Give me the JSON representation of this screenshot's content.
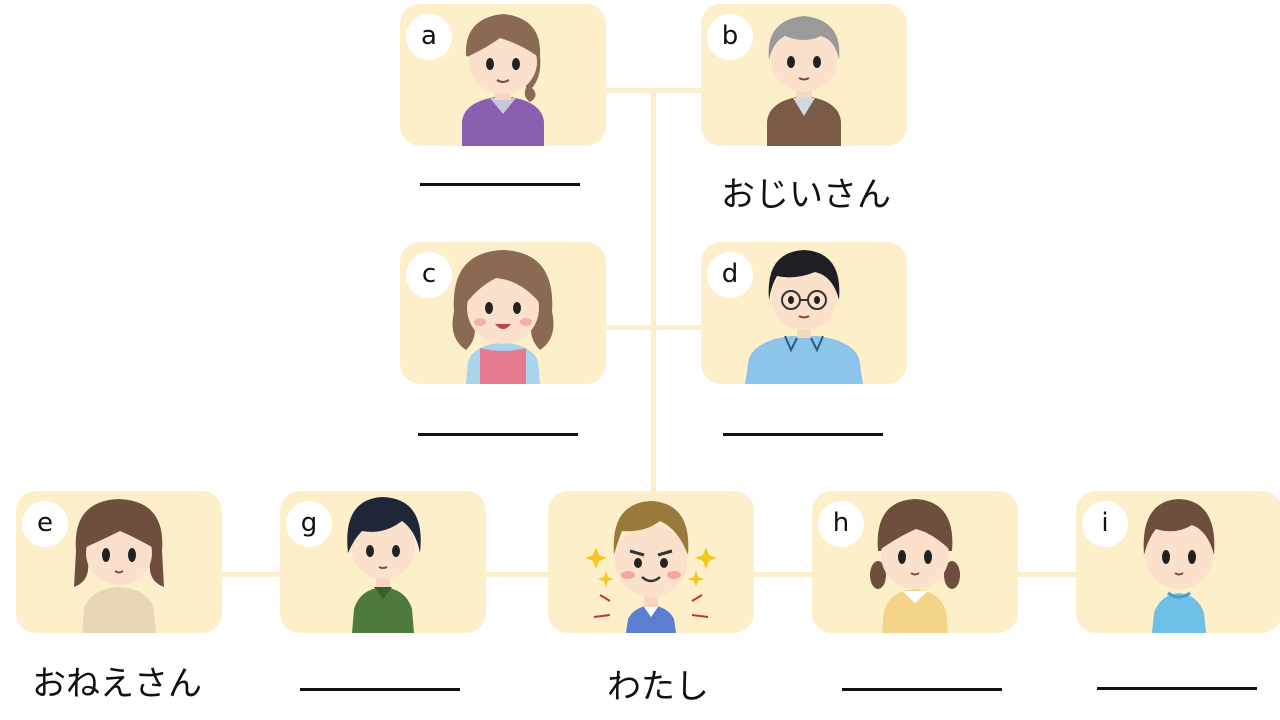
{
  "members": [
    {
      "key": "a",
      "letter": "a",
      "answer": ""
    },
    {
      "key": "b",
      "letter": "b",
      "answer": "おじいさん"
    },
    {
      "key": "c",
      "letter": "c",
      "answer": ""
    },
    {
      "key": "d",
      "letter": "d",
      "answer": ""
    },
    {
      "key": "e",
      "letter": "e",
      "answer": "おねえさん"
    },
    {
      "key": "g",
      "letter": "g",
      "answer": ""
    },
    {
      "key": "me",
      "letter": "",
      "answer": "わたし"
    },
    {
      "key": "h",
      "letter": "h",
      "answer": ""
    },
    {
      "key": "i",
      "letter": "i",
      "answer": ""
    }
  ],
  "colors": {
    "card": "#fdefc9",
    "connector": "#fdefcc",
    "ink": "#111111"
  }
}
